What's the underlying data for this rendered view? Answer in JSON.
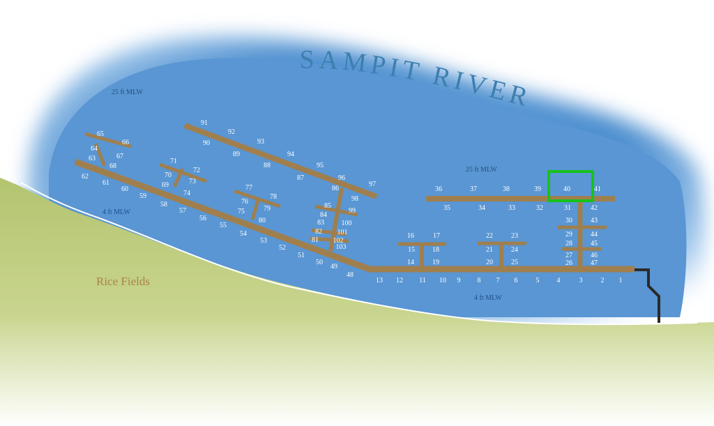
{
  "river_name": "SAMPIT RIVER",
  "land_label": "Rice Fields",
  "depth_labels": {
    "deep_left": "25 ft MLW",
    "deep_right": "25 ft MLW",
    "shallow_left": "4 ft MLW",
    "shallow_bottom": "4 ft MLW"
  },
  "highlighted_slip": "40",
  "slips": [
    "1",
    "2",
    "3",
    "4",
    "5",
    "6",
    "7",
    "8",
    "9",
    "10",
    "11",
    "12",
    "13",
    "14",
    "15",
    "16",
    "17",
    "18",
    "19",
    "20",
    "21",
    "22",
    "23",
    "24",
    "25",
    "26",
    "27",
    "28",
    "29",
    "30",
    "31",
    "32",
    "33",
    "34",
    "35",
    "36",
    "37",
    "38",
    "39",
    "40",
    "41",
    "42",
    "43",
    "44",
    "45",
    "46",
    "47",
    "48",
    "49",
    "50",
    "51",
    "52",
    "53",
    "54",
    "55",
    "56",
    "57",
    "58",
    "59",
    "60",
    "61",
    "62",
    "63",
    "64",
    "65",
    "66",
    "67",
    "68",
    "69",
    "70",
    "71",
    "72",
    "73",
    "74",
    "75",
    "76",
    "77",
    "78",
    "79",
    "80",
    "81",
    "82",
    "83",
    "84",
    "85",
    "86",
    "87",
    "88",
    "89",
    "90",
    "91",
    "92",
    "93",
    "94",
    "95",
    "96",
    "97",
    "98",
    "99",
    "100",
    "101",
    "102",
    "103"
  ],
  "colors": {
    "water": "#5a9ad6",
    "water_light": "#a9cdee",
    "land": "#b9c97a",
    "dock": "#a07f4e",
    "dock_edge": "#6f5633",
    "ramp": "#2a2a2a",
    "highlight": "#17c21a",
    "river_text": "#3d7fb0",
    "rice_text": "#a8844a",
    "depth_text_water": "#1f4f86",
    "depth_text_dark": "#274f7a"
  }
}
